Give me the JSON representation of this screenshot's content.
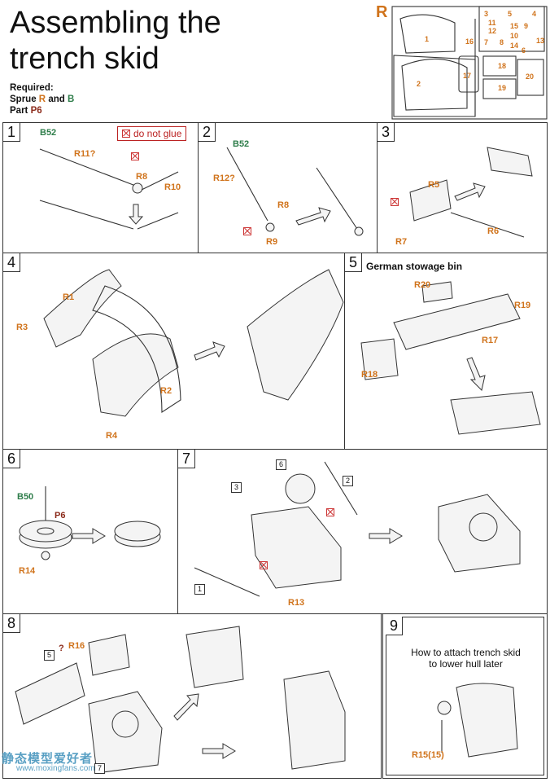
{
  "title_line1": "Assembling the",
  "title_line2": "trench skid",
  "required": {
    "label": "Required:",
    "sprue_prefix": "Sprue",
    "sprue_r": "R",
    "and": "and",
    "sprue_b": "B",
    "part_prefix": "Part",
    "part": "P6"
  },
  "sprue_letter": "R",
  "sprue_numbers": [
    "1",
    "2",
    "3",
    "4",
    "5",
    "11",
    "12",
    "15",
    "9",
    "10",
    "14",
    "8",
    "6",
    "7",
    "13",
    "16",
    "17",
    "18",
    "19",
    "20"
  ],
  "steps": {
    "s1": {
      "num": "1",
      "b52": "B52",
      "r11": "R11?",
      "r8": "R8",
      "r10": "R10",
      "do_not_glue": "do not glue"
    },
    "s2": {
      "num": "2",
      "b52": "B52",
      "r12": "R12?",
      "r8": "R8",
      "r9": "R9"
    },
    "s3": {
      "num": "3",
      "r5": "R5",
      "r7": "R7",
      "r6": "R6"
    },
    "s4": {
      "num": "4",
      "r1": "R1",
      "r3": "R3",
      "r2": "R2",
      "r4": "R4"
    },
    "s5": {
      "num": "5",
      "heading": "German stowage bin",
      "r20": "R20",
      "r19": "R19",
      "r17": "R17",
      "r18": "R18"
    },
    "s6": {
      "num": "6",
      "b50": "B50",
      "p6": "P6",
      "r14": "R14"
    },
    "s7": {
      "num": "7",
      "ref6": "6",
      "ref3": "3",
      "ref2": "2",
      "ref1": "1",
      "r13": "R13"
    },
    "s8": {
      "num": "8",
      "ref5": "5",
      "q": "?",
      "r16": "R16",
      "ref7": "7"
    },
    "s9": {
      "num": "9",
      "caption1": "How to attach trench skid",
      "caption2": "to lower hull later",
      "r15": "R15(15)"
    }
  },
  "watermark": "静态模型爱好者",
  "watermark_url": "www.moxingfans.com"
}
